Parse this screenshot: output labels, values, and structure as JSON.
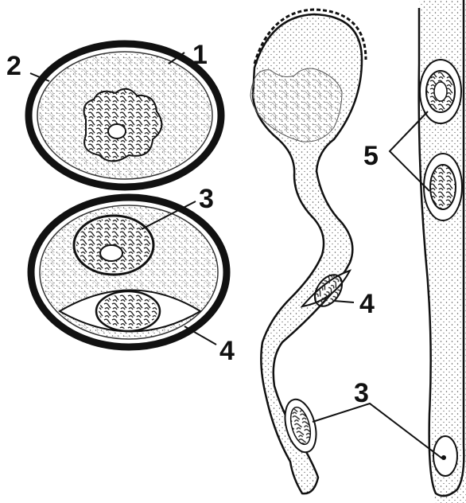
{
  "labels": {
    "one": "1",
    "two": "2",
    "three_top": "3",
    "four_left": "4",
    "four_mid": "4",
    "five": "5",
    "three_bottom": "3"
  },
  "colors": {
    "ink": "#111111",
    "paper": "#ffffff",
    "stipple": "#555555"
  }
}
